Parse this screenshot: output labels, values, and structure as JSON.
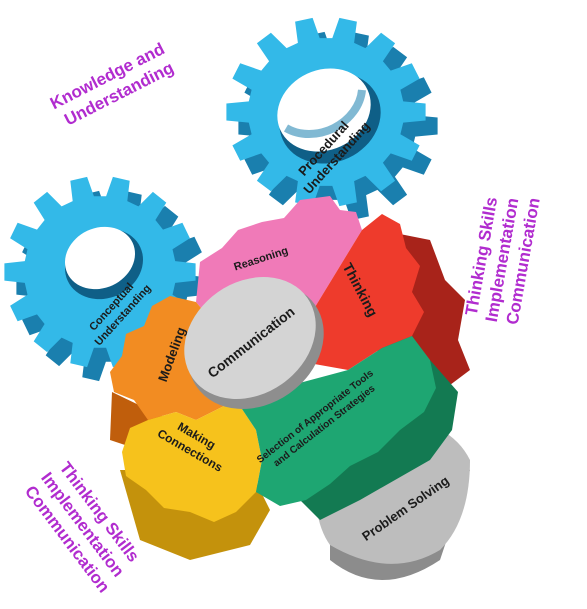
{
  "labels": {
    "knowledge_line1": "Knowledge and",
    "knowledge_line2": "Understanding",
    "right_line1": "Thinking Skills",
    "right_line2": "Implementation",
    "right_line3": "Communication",
    "bottom_line1": "Thinking Skills",
    "bottom_line2": "Implementation",
    "bottom_line3": "Communication"
  },
  "gears": {
    "procedural_line1": "Procedural",
    "procedural_line2": "Understanding",
    "conceptual_line1": "Conceptual",
    "conceptual_line2": "Understanding",
    "reasoning": "Reasoning",
    "thinking": "Thinking",
    "modeling": "Modeling",
    "making_line1": "Making",
    "making_line2": "Connections",
    "selection_line1": "Selection of Appropriate Tools",
    "selection_line2": "and Calculation Strategies",
    "problem_solving": "Problem Solving",
    "communication": "Communication"
  },
  "colors": {
    "blue": "#33b9e8",
    "blue_dark": "#1a7fae",
    "pink": "#f07ab8",
    "red": "#ee3b2c",
    "red_dark": "#a8231a",
    "orange": "#f28c22",
    "yellow": "#f6c21c",
    "green": "#1ea672",
    "green_dark": "#137a52",
    "gray": "#bdbdbd",
    "gray_dark": "#8c8c8c",
    "purple_text": "#b12ccf"
  }
}
